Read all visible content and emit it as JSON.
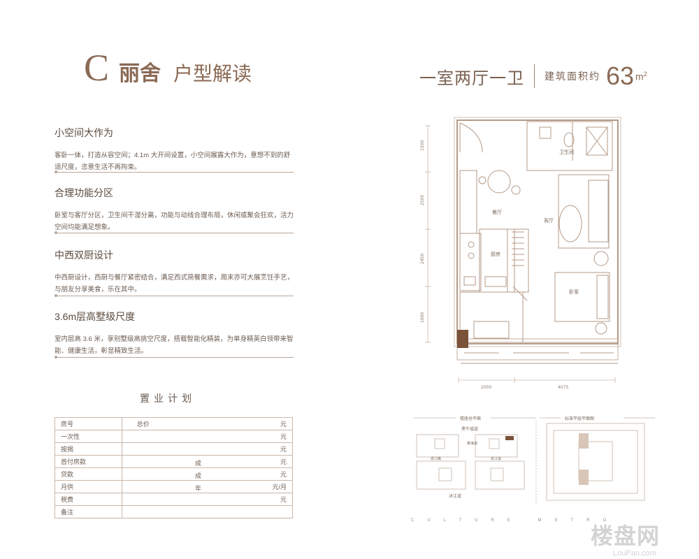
{
  "header": {
    "letter": "C",
    "name": "丽舍",
    "subtitle": "户型解读",
    "room_type": "一室两厅一卫",
    "area_label": "建筑面积约",
    "area_value": "63",
    "area_unit": "m",
    "area_unit_sup": "2"
  },
  "sections": [
    {
      "title": "小空间大作为",
      "body": "客卧一体，打造从容空间；4.1m 大开间设置，小空间展露大作为，意想不到的舒适尺度，恣意生活不再拘束。"
    },
    {
      "title": "合理功能分区",
      "body": "卧室与客厅分区，卫生间干湿分离，功能与动线合理布局，休闲或聚会狂欢，活力空间均能满足想象。"
    },
    {
      "title": "中西双厨设计",
      "body": "中西厨设计，西厨与餐厅紧密结合，满足西式简餐需求，周末亦可大展烹饪手艺，与朋友分享美食，乐在其中。"
    },
    {
      "title": "3.6m层高墅级尺度",
      "body": "室内层高 3.6 米，享别墅级高挑空尺度，搭载智能化精装，为单身精英白领带来智能、健康生活，彰显精致生活。"
    }
  ],
  "plan": {
    "title": "置业计划",
    "rows": [
      {
        "label": "房号",
        "mid": "总价",
        "unit": "元"
      },
      {
        "label": "一次性",
        "mid": "",
        "unit": "元"
      },
      {
        "label": "按揭",
        "mid": "",
        "unit": "元"
      },
      {
        "label": "首付房款",
        "mid": "成",
        "unit": "元"
      },
      {
        "label": "贷款",
        "mid": "成",
        "unit": "元"
      },
      {
        "label": "月供",
        "mid": "年",
        "unit": "元/月"
      },
      {
        "label": "税费",
        "mid": "",
        "unit": "元"
      },
      {
        "label": "备注",
        "mid": "",
        "unit": ""
      }
    ]
  },
  "floorplan": {
    "rooms": {
      "bath": "卫生间",
      "dining": "餐厅",
      "living": "客厅",
      "kitchen": "厨房",
      "bedroom": "卧室"
    },
    "dims_left": [
      "1500",
      "2500",
      "2450",
      "1600"
    ],
    "dims_bottom": [
      "2000",
      "4075"
    ]
  },
  "siteplan": {
    "left_title": "楼座总平面",
    "right_title": "标准平层平面图",
    "road_top": "黑牛城道",
    "road_bottom": "沐江道",
    "road_side": "泉江路",
    "road_side2": "泉江道",
    "road_mid": "康海道"
  },
  "footer": {
    "culture": "CULTURE METRO",
    "watermark": "楼盘网",
    "watermark_sub": "LouPan.com"
  },
  "colors": {
    "accent": "#8b6a55",
    "line": "#b9a597"
  }
}
